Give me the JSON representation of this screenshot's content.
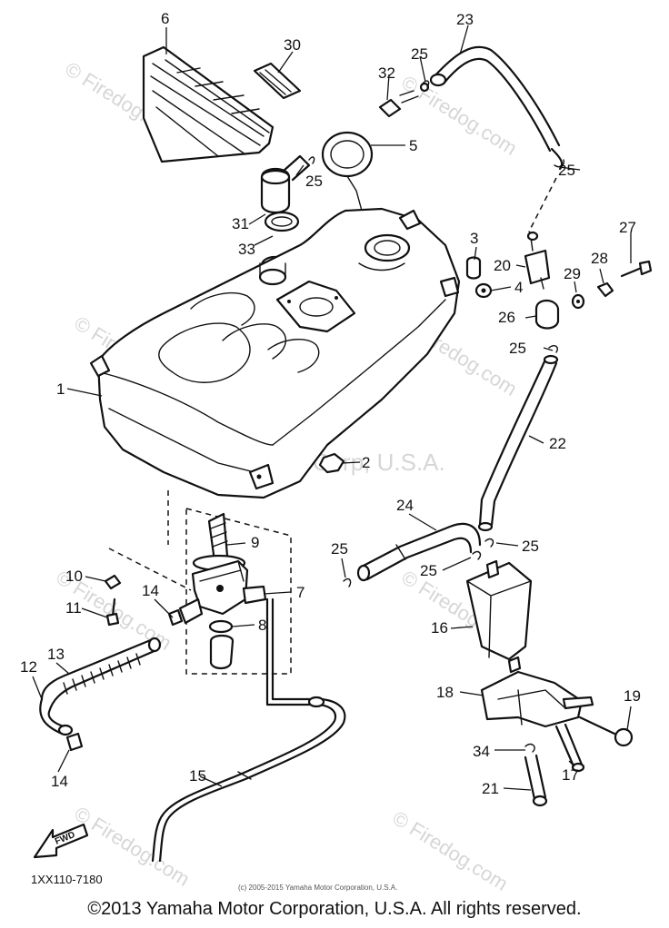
{
  "diagram": {
    "callouts": [
      "1",
      "2",
      "3",
      "4",
      "5",
      "6",
      "7",
      "8",
      "9",
      "10",
      "11",
      "12",
      "13",
      "14",
      "14",
      "15",
      "16",
      "17",
      "18",
      "19",
      "20",
      "21",
      "22",
      "23",
      "24",
      "25",
      "25",
      "25",
      "25",
      "25",
      "25",
      "25",
      "26",
      "27",
      "28",
      "29",
      "30",
      "31",
      "32",
      "33",
      "34"
    ],
    "drawing_number": "1XX110-7180",
    "fwd_label": "FWD",
    "small_copyright": "(c) 2005-2015 Yamaha Motor Corporation, U.S.A.",
    "watermark_site": "© Firedog.com",
    "watermark_center": "Yamaha Motor Corp, U.S.A."
  },
  "footer": {
    "copyright": "©2013 Yamaha Motor Corporation, U.S.A. All rights reserved."
  }
}
